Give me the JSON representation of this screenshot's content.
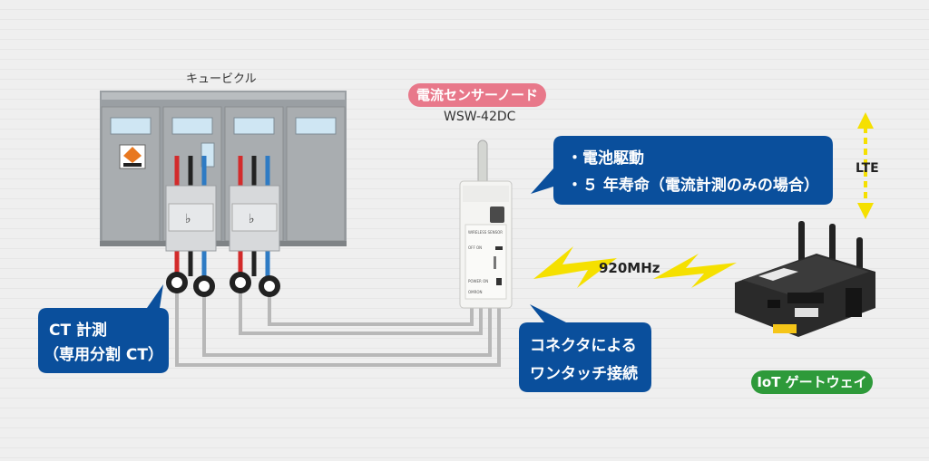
{
  "cubicle": {
    "label": "キュービクル"
  },
  "sensor": {
    "pill_label": "電流センサーノード",
    "model": "WSW-42DC",
    "panel_text": {
      "top": "WIRELESS SENSOR",
      "offon": "OFF ON",
      "power": "POWER ON",
      "brand": "OMRON"
    }
  },
  "features": {
    "line1": "・電池駆動",
    "line2": "・５ 年寿命（電流計測のみの場合）"
  },
  "ct": {
    "line1": "CT 計測",
    "line2": "（専用分割 CT）"
  },
  "connector": {
    "line1": "コネクタによる",
    "line2": "ワンタッチ接続"
  },
  "radio": {
    "label": "920MHz"
  },
  "lte": {
    "label": "LTE"
  },
  "gateway": {
    "pill_label": "IoT ゲートウェイ"
  },
  "colors": {
    "blue": "#0a4f9c",
    "pink": "#e8788a",
    "green": "#2e9a3a",
    "yellow": "#f5e000",
    "cable": "#b5b5b5"
  }
}
